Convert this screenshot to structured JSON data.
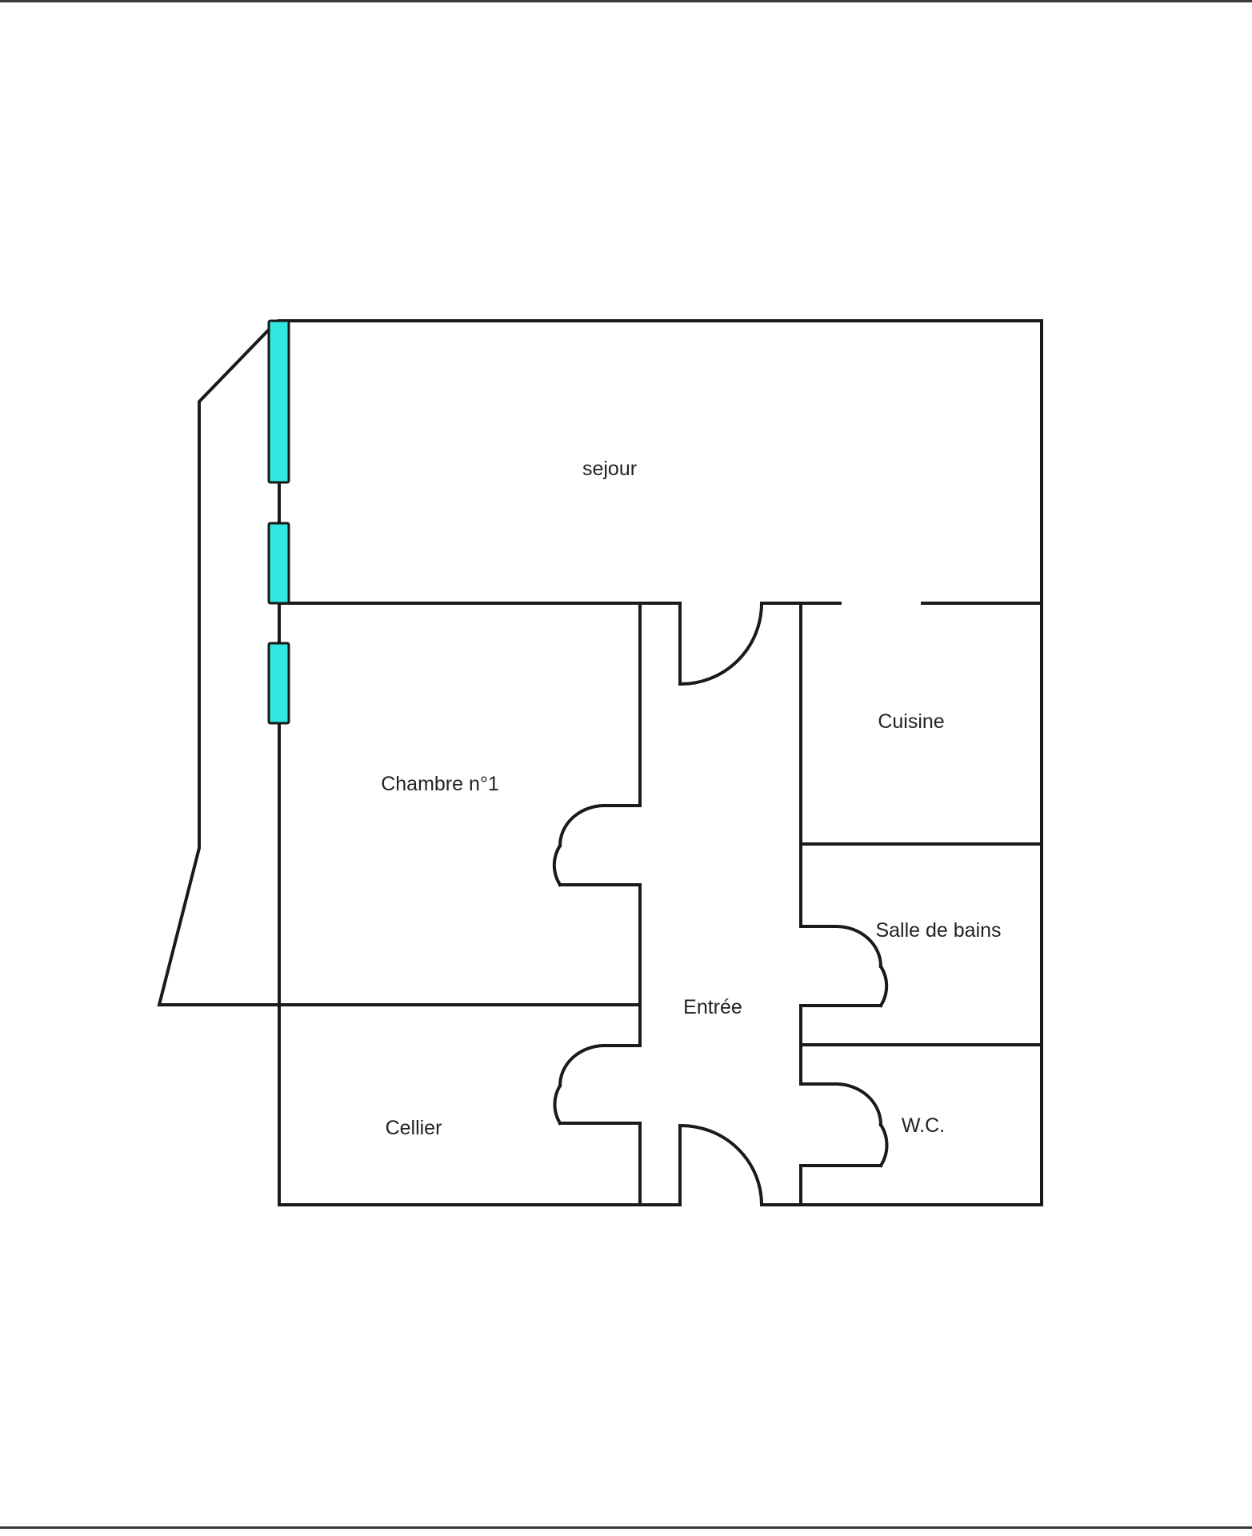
{
  "colors": {
    "wall": "#1a1a1a",
    "window": "#33e6e0",
    "window_border": "#1a1a1a",
    "background": "#ffffff"
  },
  "rooms": {
    "sejour": "sejour",
    "cuisine": "Cuisine",
    "chambre": "Chambre n°1",
    "salle_de_bains": "Salle de bains",
    "entree": "Entrée",
    "cellier": "Cellier",
    "wc": "W.C."
  }
}
